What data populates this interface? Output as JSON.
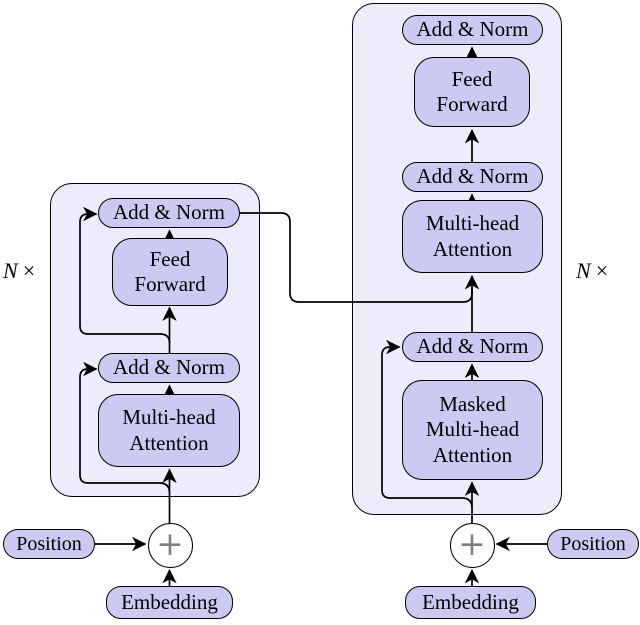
{
  "colors": {
    "background": "#ffffff",
    "container_fill": "#ececfa",
    "box_fill": "#cacaf2",
    "border": "#000000",
    "plus_color": "#7f7f7f"
  },
  "icons": {
    "plus": "+",
    "arrowhead": "black triangle arrow, flow direction"
  },
  "encoder": {
    "repeat_n": "N",
    "repeat_times": "×",
    "add_norm_top": "Add & Norm",
    "feed_forward": "Feed\nForward",
    "add_norm_bottom": "Add & Norm",
    "multi_head_attention": "Multi-head\nAttention",
    "position": "Position",
    "embedding": "Embedding",
    "plus": "+"
  },
  "decoder": {
    "repeat_n": "N",
    "repeat_times": "×",
    "add_norm_top": "Add & Norm",
    "feed_forward": "Feed\nForward",
    "add_norm_middle": "Add & Norm",
    "multi_head_attention": "Multi-head\nAttention",
    "add_norm_bottom": "Add & Norm",
    "masked_multi_head_attention": "Masked\nMulti-head\nAttention",
    "position": "Position",
    "embedding": "Embedding",
    "plus": "+"
  }
}
